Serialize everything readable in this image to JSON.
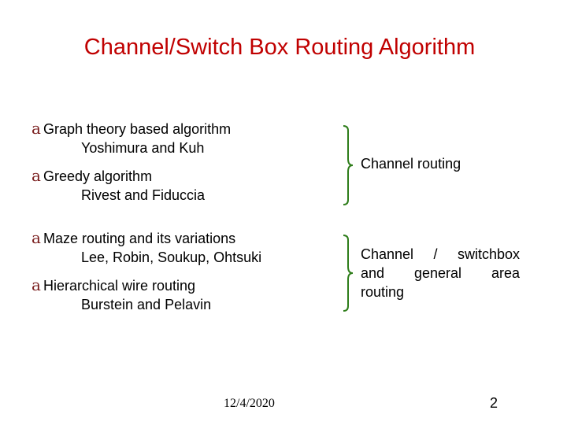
{
  "title": "Channel/Switch Box Routing Algorithm",
  "bullet_glyph": "a",
  "bullets": [
    {
      "head": "Graph theory based algorithm",
      "sub": "Yoshimura and Kuh"
    },
    {
      "head": "Greedy algorithm",
      "sub": "Rivest and Fiduccia"
    },
    {
      "head": "Maze routing and its variations",
      "sub": "Lee, Robin, Soukup, Ohtsuki"
    },
    {
      "head": "Hierarchical wire routing",
      "sub": "Burstein and Pelavin"
    }
  ],
  "groups": [
    {
      "label": "Channel routing"
    },
    {
      "label_lines": [
        [
          "Channel",
          "/",
          "switchbox"
        ],
        [
          "and",
          "general",
          "area"
        ],
        [
          "routing"
        ]
      ]
    }
  ],
  "colors": {
    "title": "#c00000",
    "brace": "#2e7d1a",
    "bullet_mark": "#7a1e1e"
  },
  "footer": {
    "date": "12/4/2020",
    "page": "2"
  }
}
